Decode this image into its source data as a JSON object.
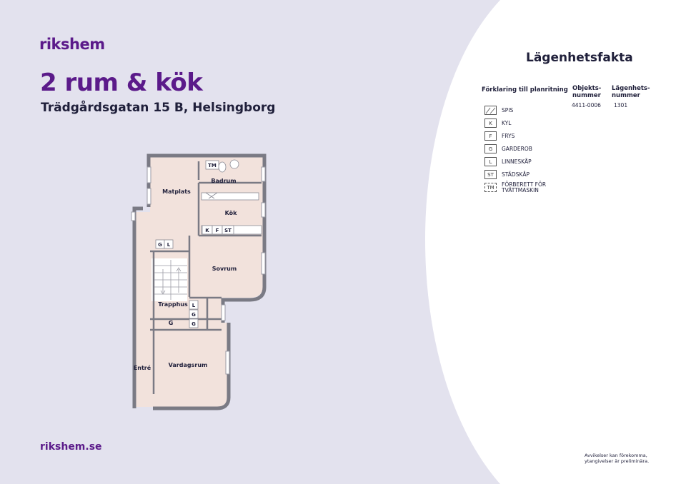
{
  "brand": {
    "logo_text": "rikshem",
    "website": "rikshem.se"
  },
  "apartment": {
    "title": "2 rum & kök",
    "address": "Trädgårdsgatan 15 B, Helsingborg"
  },
  "facts": {
    "heading": "Lägenhetsfakta",
    "legend_title": "Förklaring till planritning",
    "object_number_label": "Objekts-\nnummer",
    "object_number": "4411-0006",
    "apartment_number_label": "Lägenhets-\nnummer",
    "apartment_number": "1301"
  },
  "legend": [
    {
      "code": "",
      "label": "SPIS",
      "icon": "stove-icon"
    },
    {
      "code": "K",
      "label": "KYL"
    },
    {
      "code": "F",
      "label": "FRYS"
    },
    {
      "code": "G",
      "label": "GARDEROB"
    },
    {
      "code": "L",
      "label": "LINNESKÅP"
    },
    {
      "code": "ST",
      "label": "STÄDSKÅP"
    },
    {
      "code": "TM",
      "label": "FÖRBERETT FÖR\nTVÄTTMASKIN",
      "dashed": true
    }
  ],
  "rooms": {
    "matplats": "Matplats",
    "badrum": "Badrum",
    "kok": "Kök",
    "sovrum": "Sovrum",
    "trapphus": "Trapphus",
    "entre": "Entré",
    "vardagsrum": "Vardagsrum"
  },
  "fixtures": {
    "tm": "TM",
    "k": "K",
    "f": "F",
    "st": "ST",
    "g": "G",
    "l": "L"
  },
  "disclaimer": "Avvikelser kan förekomma,\nytangivelser är preliminära.",
  "colors": {
    "brand_purple": "#5b1a8a",
    "background_lavender": "#e3e2ee",
    "floor": "#f2e2dc",
    "wall": "#7a7a84"
  }
}
